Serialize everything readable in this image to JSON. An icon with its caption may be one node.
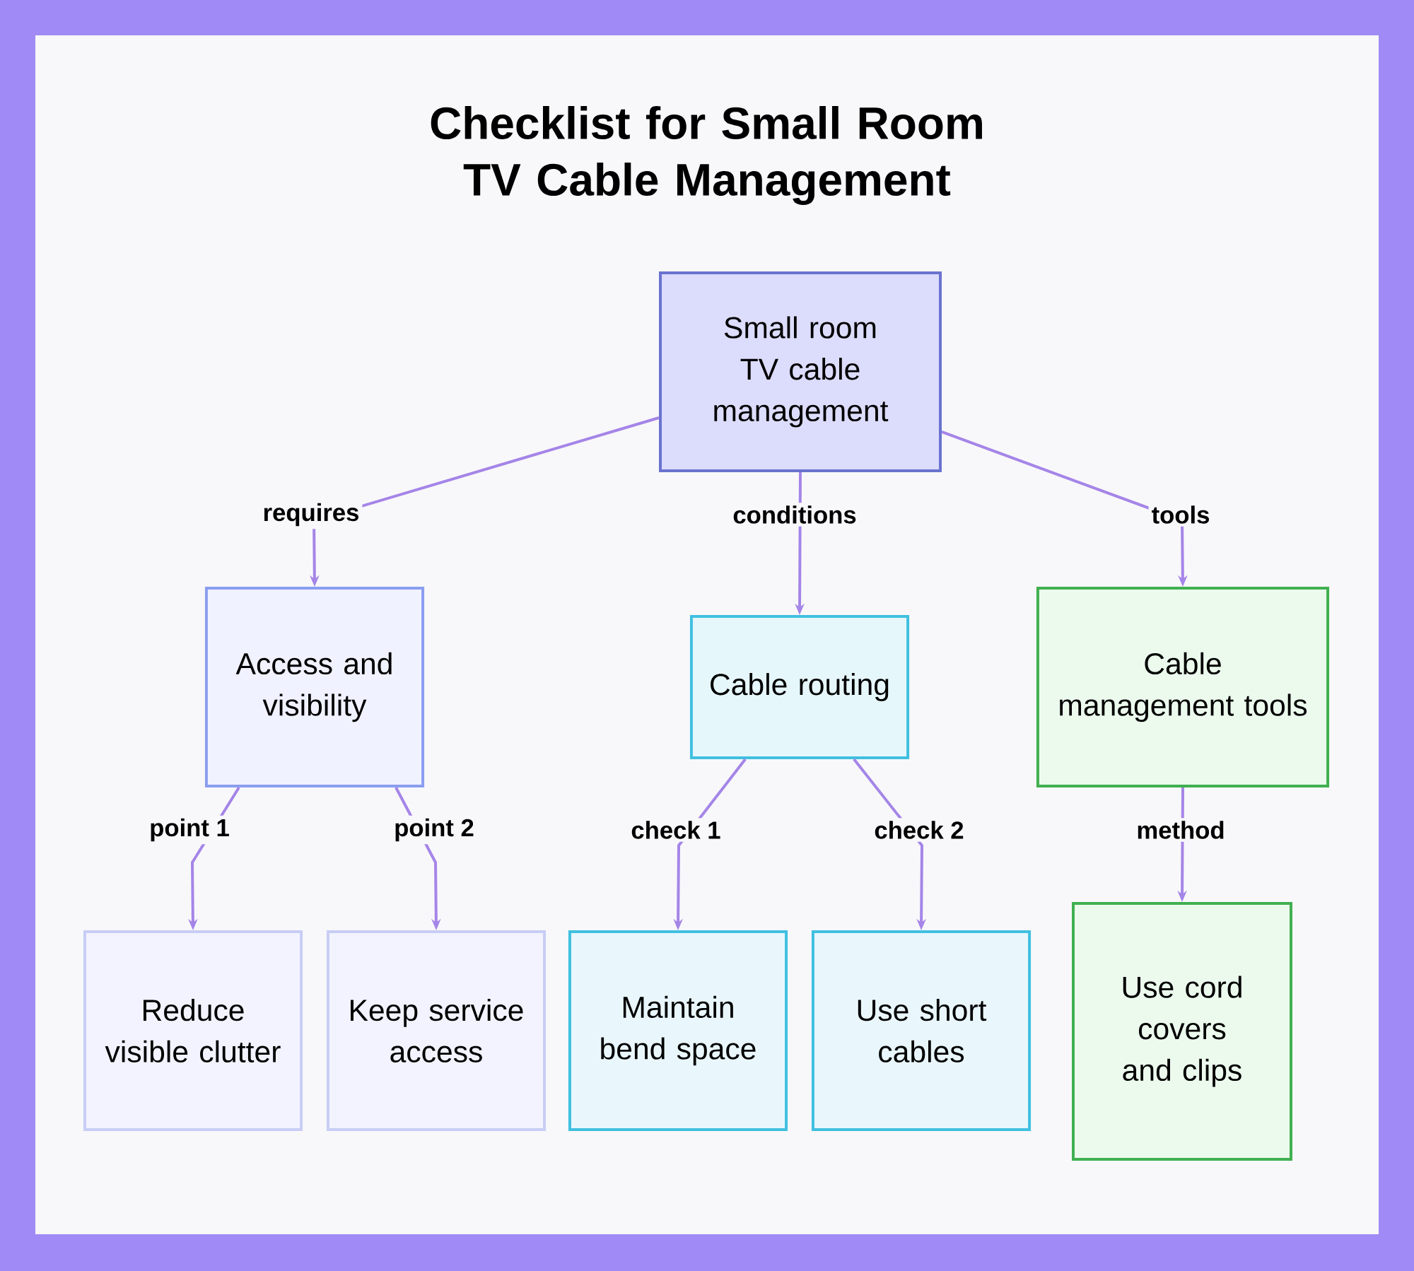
{
  "diagram": {
    "title": "Checklist for Small Room TV Cable Management",
    "nodes": [
      {
        "text": [
          "Small room TV cable management"
        ]
      },
      {
        "text": [
          "Access and visibility"
        ]
      },
      {
        "text": [
          "Cable routing"
        ]
      },
      {
        "text": [
          "Cable management tools"
        ]
      },
      {
        "text": [
          "Reduce visible clutter"
        ]
      },
      {
        "text": [
          "Keep service access"
        ]
      },
      {
        "text": [
          "Maintain bend space"
        ]
      },
      {
        "text": [
          "Use short cables"
        ]
      },
      {
        "text": [
          "Use cord covers and clips"
        ]
      }
    ],
    "edges": [
      {
        "from": 0,
        "to": 1,
        "arrow": "to",
        "label": "requires"
      },
      {
        "from": 0,
        "to": 2,
        "arrow": "to",
        "label": "conditions"
      },
      {
        "from": 0,
        "to": 3,
        "arrow": "to",
        "label": "tools"
      },
      {
        "from": 1,
        "to": 4,
        "arrow": "to",
        "label": "point 1"
      },
      {
        "from": 1,
        "to": 5,
        "arrow": "to",
        "label": "point 2"
      },
      {
        "from": 2,
        "to": 6,
        "arrow": "to",
        "label": "check 1"
      },
      {
        "from": 2,
        "to": 7,
        "arrow": "to",
        "label": "check 2"
      },
      {
        "from": 3,
        "to": 8,
        "arrow": "to",
        "label": "method"
      }
    ]
  }
}
